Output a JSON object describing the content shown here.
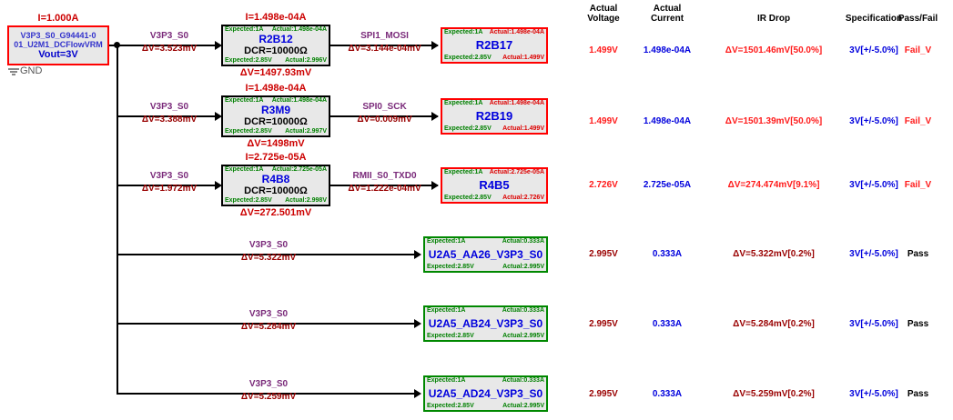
{
  "source": {
    "current_label": "I=1.000A",
    "name_line1": "V3P3_S0_G94441-0",
    "name_line2": "01_U2M1_DCFlowVRM",
    "vout": "Vout=3V",
    "gnd": "GND"
  },
  "rows": [
    {
      "in_net": "V3P3_S0",
      "in_dv": "ΔV=3.523mV",
      "comp": {
        "current_top": "I=1.498e-04A",
        "expected_i": "Expected:1A",
        "actual_i": "Actual:1.498e-04A",
        "name": "R2B12",
        "dcr": "DCR=10000Ω",
        "expected_v": "Expected:2.85V",
        "actual_v": "Actual:2.996V",
        "dv": "ΔV=1497.93mV",
        "current_bottom": "I=1.498e-04A"
      },
      "out_net": "SPI1_MOSI",
      "out_dv": "ΔV=3.144e-04mV",
      "pin": {
        "expected_i": "Expected:1A",
        "actual_i": "Actual:1.498e-04A",
        "name": "R2B17",
        "expected_v": "Expected:2.85V",
        "actual_v": "Actual:1.499V",
        "status": "fail"
      },
      "table": {
        "voltage": "1.499V",
        "current": "1.498e-04A",
        "ir_drop": "ΔV=1501.46mV[50.0%]",
        "spec": "3V[+/-5.0%]",
        "pass_fail": "Fail_V",
        "status": "fail"
      }
    },
    {
      "in_net": "V3P3_S0",
      "in_dv": "ΔV=3.388mV",
      "comp": {
        "current_top": "I=1.498e-04A",
        "expected_i": "Expected:1A",
        "actual_i": "Actual:1.498e-04A",
        "name": "R3M9",
        "dcr": "DCR=10000Ω",
        "expected_v": "Expected:2.85V",
        "actual_v": "Actual:2.997V",
        "dv": "ΔV=1498mV",
        "current_bottom": ""
      },
      "out_net": "SPI0_SCK",
      "out_dv": "ΔV=0.009mV",
      "pin": {
        "expected_i": "Expected:1A",
        "actual_i": "Actual:1.498e-04A",
        "name": "R2B19",
        "expected_v": "Expected:2.85V",
        "actual_v": "Actual:1.499V",
        "status": "fail"
      },
      "table": {
        "voltage": "1.499V",
        "current": "1.498e-04A",
        "ir_drop": "ΔV=1501.39mV[50.0%]",
        "spec": "3V[+/-5.0%]",
        "pass_fail": "Fail_V",
        "status": "fail"
      }
    },
    {
      "in_net": "V3P3_S0",
      "in_dv": "ΔV=1.972mV",
      "comp": {
        "current_top": "I=2.725e-05A",
        "expected_i": "Expected:1A",
        "actual_i": "Actual:2.725e-05A",
        "name": "R4B8",
        "dcr": "DCR=10000Ω",
        "expected_v": "Expected:2.85V",
        "actual_v": "Actual:2.998V",
        "dv": "ΔV=272.501mV",
        "current_bottom": ""
      },
      "out_net": "RMII_S0_TXD0",
      "out_dv": "ΔV=1.222e-04mV",
      "pin": {
        "expected_i": "Expected:1A",
        "actual_i": "Actual:2.725e-05A",
        "name": "R4B5",
        "expected_v": "Expected:2.85V",
        "actual_v": "Actual:2.726V",
        "status": "fail"
      },
      "table": {
        "voltage": "2.726V",
        "current": "2.725e-05A",
        "ir_drop": "ΔV=274.474mV[9.1%]",
        "spec": "3V[+/-5.0%]",
        "pass_fail": "Fail_V",
        "status": "fail"
      }
    },
    {
      "in_net": "V3P3_S0",
      "in_dv": "ΔV=5.322mV",
      "comp": null,
      "out_net": "",
      "out_dv": "",
      "pin": {
        "expected_i": "Expected:1A",
        "actual_i": "Actual:0.333A",
        "name": "U2A5_AA26_V3P3_S0",
        "expected_v": "Expected:2.85V",
        "actual_v": "Actual:2.995V",
        "status": "pass"
      },
      "table": {
        "voltage": "2.995V",
        "current": "0.333A",
        "ir_drop": "ΔV=5.322mV[0.2%]",
        "spec": "3V[+/-5.0%]",
        "pass_fail": "Pass",
        "status": "pass"
      }
    },
    {
      "in_net": "V3P3_S0",
      "in_dv": "ΔV=5.284mV",
      "comp": null,
      "out_net": "",
      "out_dv": "",
      "pin": {
        "expected_i": "Expected:1A",
        "actual_i": "Actual:0.333A",
        "name": "U2A5_AB24_V3P3_S0",
        "expected_v": "Expected:2.85V",
        "actual_v": "Actual:2.995V",
        "status": "pass"
      },
      "table": {
        "voltage": "2.995V",
        "current": "0.333A",
        "ir_drop": "ΔV=5.284mV[0.2%]",
        "spec": "3V[+/-5.0%]",
        "pass_fail": "Pass",
        "status": "pass"
      }
    },
    {
      "in_net": "V3P3_S0",
      "in_dv": "ΔV=5.259mV",
      "comp": null,
      "out_net": "",
      "out_dv": "",
      "pin": {
        "expected_i": "Expected:1A",
        "actual_i": "Actual:0.333A",
        "name": "U2A5_AD24_V3P3_S0",
        "expected_v": "Expected:2.85V",
        "actual_v": "Actual:2.995V",
        "status": "pass"
      },
      "table": {
        "voltage": "2.995V",
        "current": "0.333A",
        "ir_drop": "ΔV=5.259mV[0.2%]",
        "spec": "3V[+/-5.0%]",
        "pass_fail": "Pass",
        "status": "pass"
      }
    }
  ],
  "table": {
    "headers": {
      "voltage_l1": "Actual",
      "voltage_l2": "Voltage",
      "current_l1": "Actual",
      "current_l2": "Current",
      "ir_drop": "IR Drop",
      "spec": "Specification",
      "pass_fail": "Pass/Fail"
    }
  },
  "colors": {
    "fail": "#ff1a1a",
    "pass_text": "#000000",
    "current": "#0000dd",
    "spec": "#0000dd",
    "net": "#7a2a7a",
    "delta": "#990000",
    "expected": "#008000"
  }
}
